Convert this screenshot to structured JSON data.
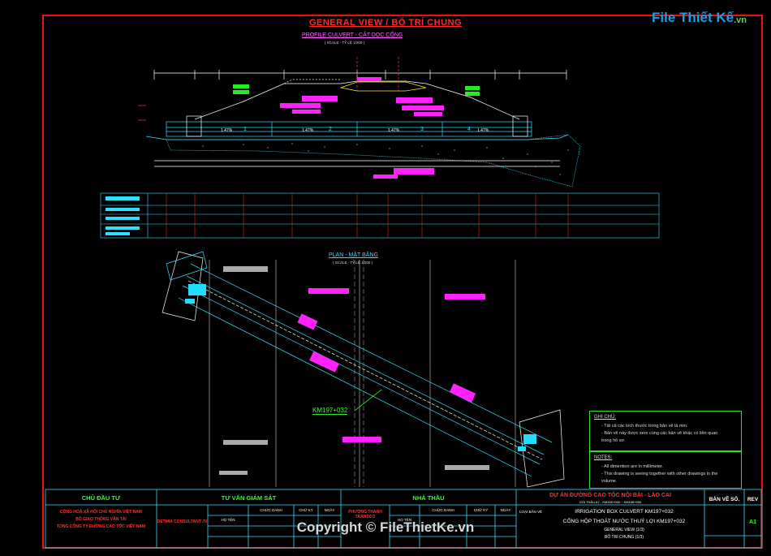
{
  "watermark": {
    "brand": "File Thiết Kế",
    "domain": ".vn"
  },
  "drawing": {
    "title": "GENERAL VIEW / BỐ TRÍ CHUNG",
    "profile_title": "PROFILE CULVERT - CẮT DỌC CỐNG",
    "plan_title": "PLAN - MẶT BẰNG",
    "station_label": "KM197+032",
    "segment_numbers": [
      "1",
      "2",
      "3",
      "4"
    ],
    "slopes": [
      "1.47%",
      "1.47%",
      "1.47%",
      "1.47%"
    ]
  },
  "notes_vi": {
    "heading": "GHI CHÚ:",
    "lines": [
      "- Tất cả các kích thước trong bản vẽ là mm.",
      "- Bản vẽ này được xem cùng các bản vẽ khác có liên quan",
      "trong hồ sơ."
    ]
  },
  "notes_en": {
    "heading": "NOTES:",
    "lines": [
      "- All dimention are in millimeter.",
      "- This drawing is seeing together with other drawings in the",
      "volume."
    ]
  },
  "title_block": {
    "owner_header": "CHỦ ĐẦU TƯ",
    "owner_lines": [
      "CỘNG HOÀ XÃ HỘI CHỦ NGHĨA VIỆT NAM",
      "BỘ GIAO THÔNG VẬN TẢI",
      "TỔNG CÔNG TY ĐƯỜNG CAO TỐC VIỆT NAM"
    ],
    "consultant_header": "TƯ VẤN GIÁM SÁT",
    "consultant_name": "DETMIA CONSULTANT JV",
    "contractor_header": "NHÀ THẦU",
    "contractor_name": "PHƯƠNG THÀNH TRANSCO",
    "role_labels": [
      "CHỨC DANH",
      "HỌ TÊN",
      "CHỮ KÝ",
      "NGÀY"
    ],
    "project_title": "DỰ ÁN ĐƯỜNG CAO TỐC NỘI BÀI - LÀO CAI",
    "project_sub": "GÓI THẦU A7 - KM150+000 ~ KM198+000",
    "drawing_type_label": "LOẠI BẢN VẼ",
    "drawing_title_en": "IRRIGATION BOX CULVERT KM197+032",
    "drawing_title_vi": "CỐNG HỘP THOÁT NƯỚC THUỶ LỢI KM197+032",
    "sheet_title_en": "GENERAL VIEW (1/3)",
    "sheet_title_vi": "BỐ TRÍ CHUNG (1/3)",
    "sheet_no_label": "BẢN VẼ SỐ.",
    "rev_label": "REV",
    "rev_value": "A1"
  },
  "copyright": "Copyright © FileThietKe.vn"
}
